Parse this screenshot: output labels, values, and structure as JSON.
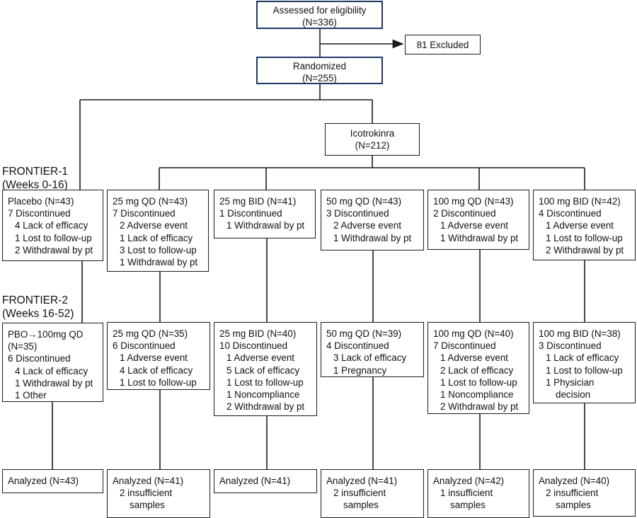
{
  "assessed": {
    "title": "Assessed for eligibility",
    "n": "(N=336)"
  },
  "excluded": {
    "text": "81 Excluded"
  },
  "randomized": {
    "title": "Randomized",
    "n": "(N=255)"
  },
  "icotrokinra": {
    "title": "Icotrokinra",
    "n": "(N=212)"
  },
  "phase1": {
    "line1": "FRONTIER-1",
    "line2": "(Weeks 0-16)"
  },
  "phase2": {
    "line1": "FRONTIER-2",
    "line2": "(Weeks 16-52)"
  },
  "frontier1": [
    {
      "title": "Placebo (N=43)",
      "disc": "7 Discontinued",
      "reasons": [
        "4 Lack of efficacy",
        "1 Lost to follow-up",
        "2 Withdrawal by pt"
      ]
    },
    {
      "title": "25 mg QD (N=43)",
      "disc": "7 Discontinued",
      "reasons": [
        "2 Adverse event",
        "1 Lack of efficacy",
        "3 Lost to follow-up",
        "1 Withdrawal by pt"
      ]
    },
    {
      "title": "25 mg BID (N=41)",
      "disc": "1 Discontinued",
      "reasons": [
        "1 Withdrawal by pt"
      ]
    },
    {
      "title": "50 mg QD (N=43)",
      "disc": "3 Discontinued",
      "reasons": [
        "2 Adverse event",
        "1 Withdrawal by pt"
      ]
    },
    {
      "title": "100 mg QD (N=43)",
      "disc": "2 Discontinued",
      "reasons": [
        "1 Adverse event",
        "1 Withdrawal by pt"
      ]
    },
    {
      "title": "100 mg BID (N=42)",
      "disc": "4 Discontinued",
      "reasons": [
        "1 Adverse event",
        "1 Lost to follow-up",
        "2 Withdrawal by pt"
      ]
    }
  ],
  "frontier2": [
    {
      "title": "PBO→100mg QD",
      "title2": "(N=35)",
      "disc": "6 Discontinued",
      "reasons": [
        "4 Lack of efficacy",
        "1 Withdrawal by pt",
        "1 Other"
      ]
    },
    {
      "title": "25 mg QD (N=35)",
      "disc": "6 Discontinued",
      "reasons": [
        "1 Adverse event",
        "4 Lack of efficacy",
        "1 Lost to follow-up"
      ]
    },
    {
      "title": "25 mg BID (N=40)",
      "disc": "10 Discontinued",
      "reasons": [
        "1 Adverse event",
        "5 Lack of efficacy",
        "1 Lost to follow-up",
        "1 Noncompliance",
        "2 Withdrawal by pt"
      ]
    },
    {
      "title": "50 mg QD (N=39)",
      "disc": "4 Discontinued",
      "reasons": [
        "3 Lack of efficacy",
        "1 Pregnancy"
      ]
    },
    {
      "title": "100 mg QD (N=40)",
      "disc": "7 Discontinued",
      "reasons": [
        "1 Adverse event",
        "2 Lack of efficacy",
        "1 Lost to follow-up",
        "1 Noncompliance",
        "2 Withdrawal by pt"
      ]
    },
    {
      "title": "100 mg BID (N=38)",
      "disc": "3 Discontinued",
      "reasons": [
        "1 Lack of efficacy",
        "1 Lost to follow-up",
        "1 Physician",
        "decision"
      ]
    }
  ],
  "analyzed": [
    {
      "title": "Analyzed (N=43)",
      "notes": []
    },
    {
      "title": "Analyzed (N=41)",
      "notes": [
        "2 insufficient",
        "samples"
      ]
    },
    {
      "title": "Analyzed (N=41)",
      "notes": []
    },
    {
      "title": "Analyzed (N=41)",
      "notes": [
        "2 insufficient",
        "samples"
      ]
    },
    {
      "title": "Analyzed (N=42)",
      "notes": [
        "1 insufficient",
        "samples"
      ]
    },
    {
      "title": "Analyzed (N=40)",
      "notes": [
        "2 insufficient",
        "samples"
      ]
    }
  ]
}
